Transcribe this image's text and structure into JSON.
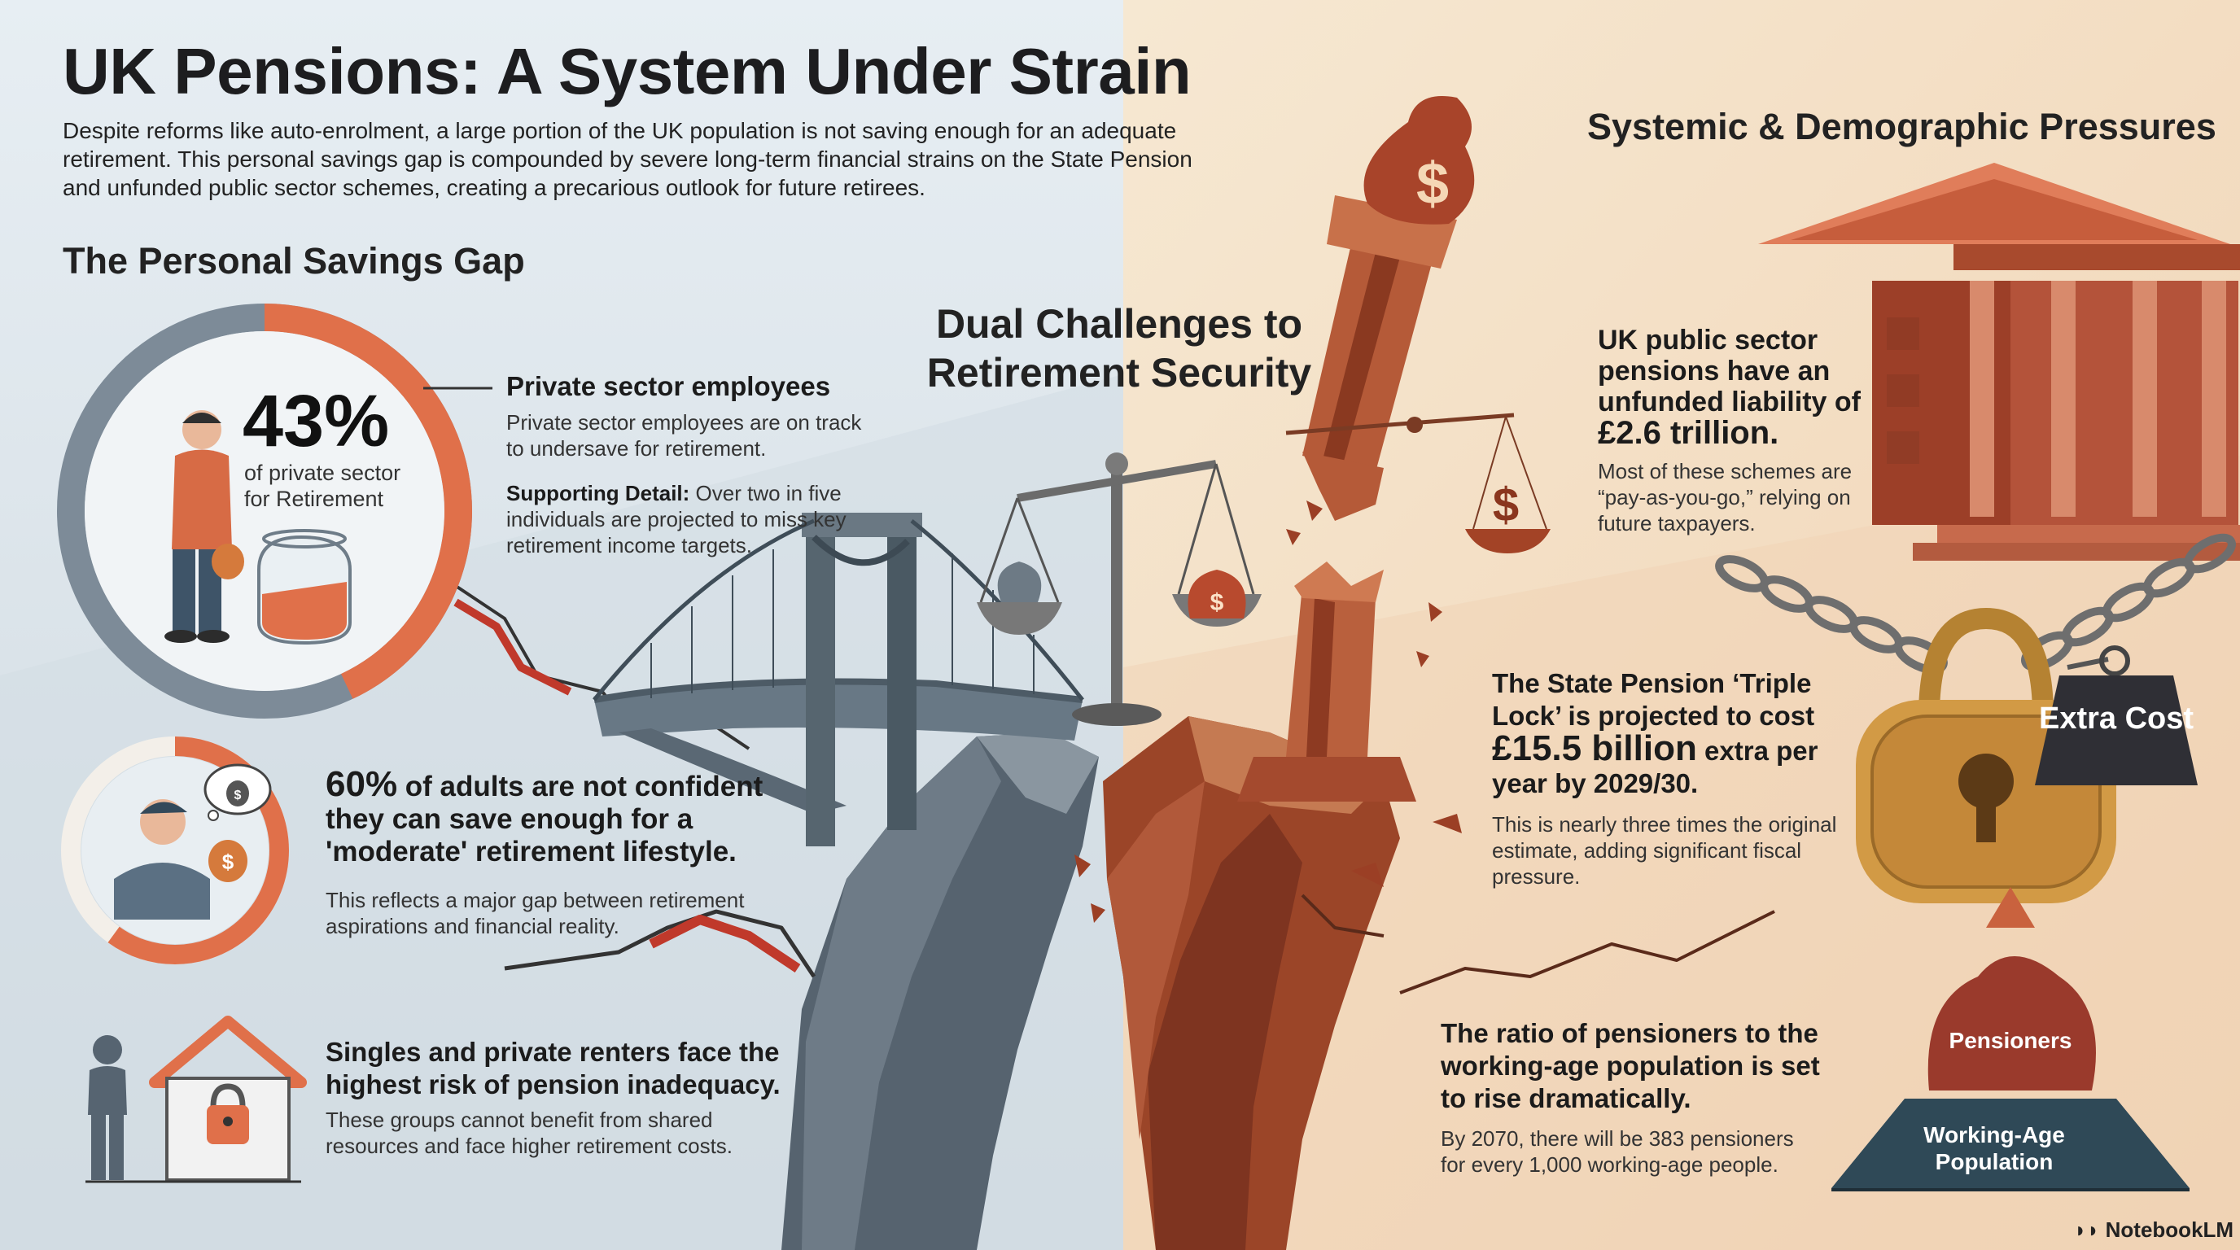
{
  "title": "UK Pensions: A System Under Strain",
  "intro": "Despite reforms like auto-enrolment, a large portion of the UK population is not saving enough for an adequate retirement. This personal savings gap is compounded by severe long-term financial strains on the State Pension and unfunded public sector schemes, creating a precarious outlook for future retirees.",
  "sections": {
    "personal_savings_heading": "The Personal Savings Gap",
    "systemic_heading": "Systemic & Demographic Pressures",
    "center_heading": "Dual Challenges to Retirement Security"
  },
  "private_sector": {
    "stat_value": "43%",
    "stat_fraction": 0.43,
    "stat_caption": "of private sector for Retirement",
    "heading": "Private sector employees",
    "description": "Private sector employees are on track to undersave for retirement.",
    "support_label": "Supporting Detail:",
    "support_text": " Over two in five individuals are projected to miss key retirement income targets."
  },
  "confidence": {
    "stat_value": "60%",
    "stat_fraction": 0.6,
    "heading_rest": " of adults are not confident they can save enough for a 'moderate' retirement lifestyle.",
    "description": "This reflects a major gap between retirement aspirations and financial reality."
  },
  "singles": {
    "heading": "Singles and private renters face the highest risk of pension inadequacy.",
    "description": "These groups cannot benefit from shared resources and face higher retirement costs."
  },
  "public_sector": {
    "heading_pre": "UK public sector pensions have an unfunded liability of ",
    "heading_value": "£2.6 trillion.",
    "description": "Most of these schemes are “pay-as-you-go,” relying on future taxpayers."
  },
  "triple_lock": {
    "heading_pre": "The State Pension ‘Triple Lock’ is projected to cost ",
    "heading_value": "£15.5 billion",
    "heading_post": " extra per year by 2029/30.",
    "description": "This is nearly three times the original estimate, adding significant fiscal pressure.",
    "weight_label": "Extra Cost"
  },
  "ratio": {
    "heading": "The ratio of pensioners to the working-age population is set to rise dramatically.",
    "description": "By 2070, there will be 383 pensioners for every 1,000 working-age people.",
    "pyramid_top_label": "Pensioners",
    "pyramid_base_label": "Working-Age Population"
  },
  "brand": "NotebookLM",
  "colors": {
    "accent_orange": "#e0704a",
    "ring_grey": "#7d8b98",
    "brick": "#a8452a",
    "slate": "#4d5f6e",
    "gold": "#c9913a"
  }
}
